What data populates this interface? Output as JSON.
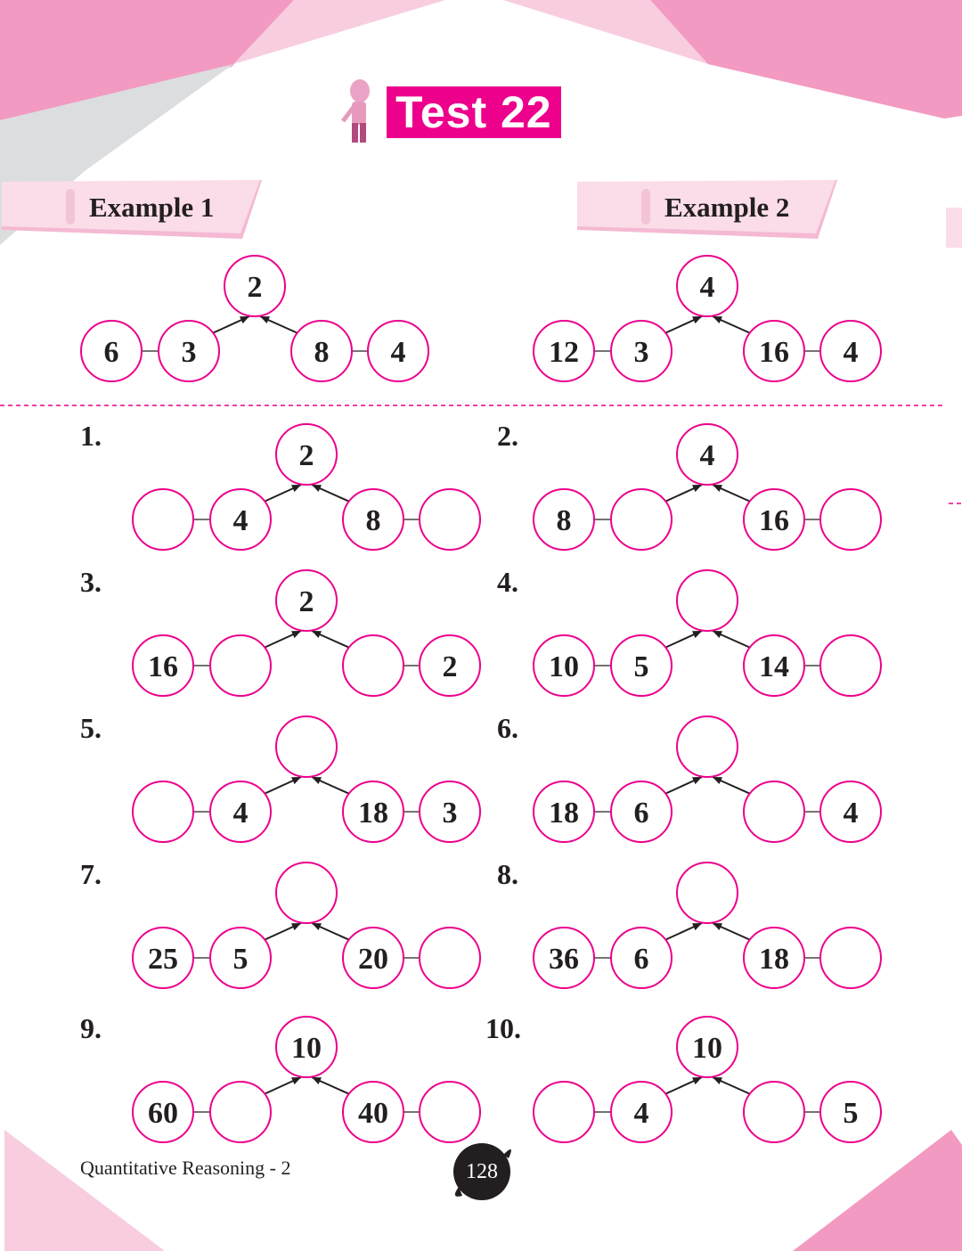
{
  "title": "Test 22",
  "examples": [
    {
      "label": "Example 1",
      "values": [
        "6",
        "3",
        "2",
        "8",
        "4"
      ]
    },
    {
      "label": "Example 2",
      "values": [
        "12",
        "3",
        "4",
        "16",
        "4"
      ]
    }
  ],
  "problems": [
    {
      "number": "1.",
      "values": [
        "",
        "4",
        "2",
        "8",
        ""
      ]
    },
    {
      "number": "2.",
      "values": [
        "8",
        "",
        "4",
        "16",
        ""
      ]
    },
    {
      "number": "3.",
      "values": [
        "16",
        "",
        "2",
        "",
        "2"
      ]
    },
    {
      "number": "4.",
      "values": [
        "10",
        "5",
        "",
        "14",
        ""
      ]
    },
    {
      "number": "5.",
      "values": [
        "",
        "4",
        "",
        "18",
        "3"
      ]
    },
    {
      "number": "6.",
      "values": [
        "18",
        "6",
        "",
        "",
        "4"
      ]
    },
    {
      "number": "7.",
      "values": [
        "25",
        "5",
        "",
        "20",
        ""
      ]
    },
    {
      "number": "8.",
      "values": [
        "36",
        "6",
        "",
        "18",
        ""
      ]
    },
    {
      "number": "9.",
      "values": [
        "60",
        "",
        "10",
        "40",
        ""
      ]
    },
    {
      "number": "10.",
      "values": [
        "",
        "4",
        "10",
        "",
        "5"
      ]
    }
  ],
  "footer": {
    "book": "Quantitative Reasoning - 2",
    "page": "128"
  },
  "colors": {
    "accent": "#ec008c",
    "pink_dark": "#f29ac2",
    "pink_light": "#f8cde0",
    "gray": "#dcdddf"
  }
}
